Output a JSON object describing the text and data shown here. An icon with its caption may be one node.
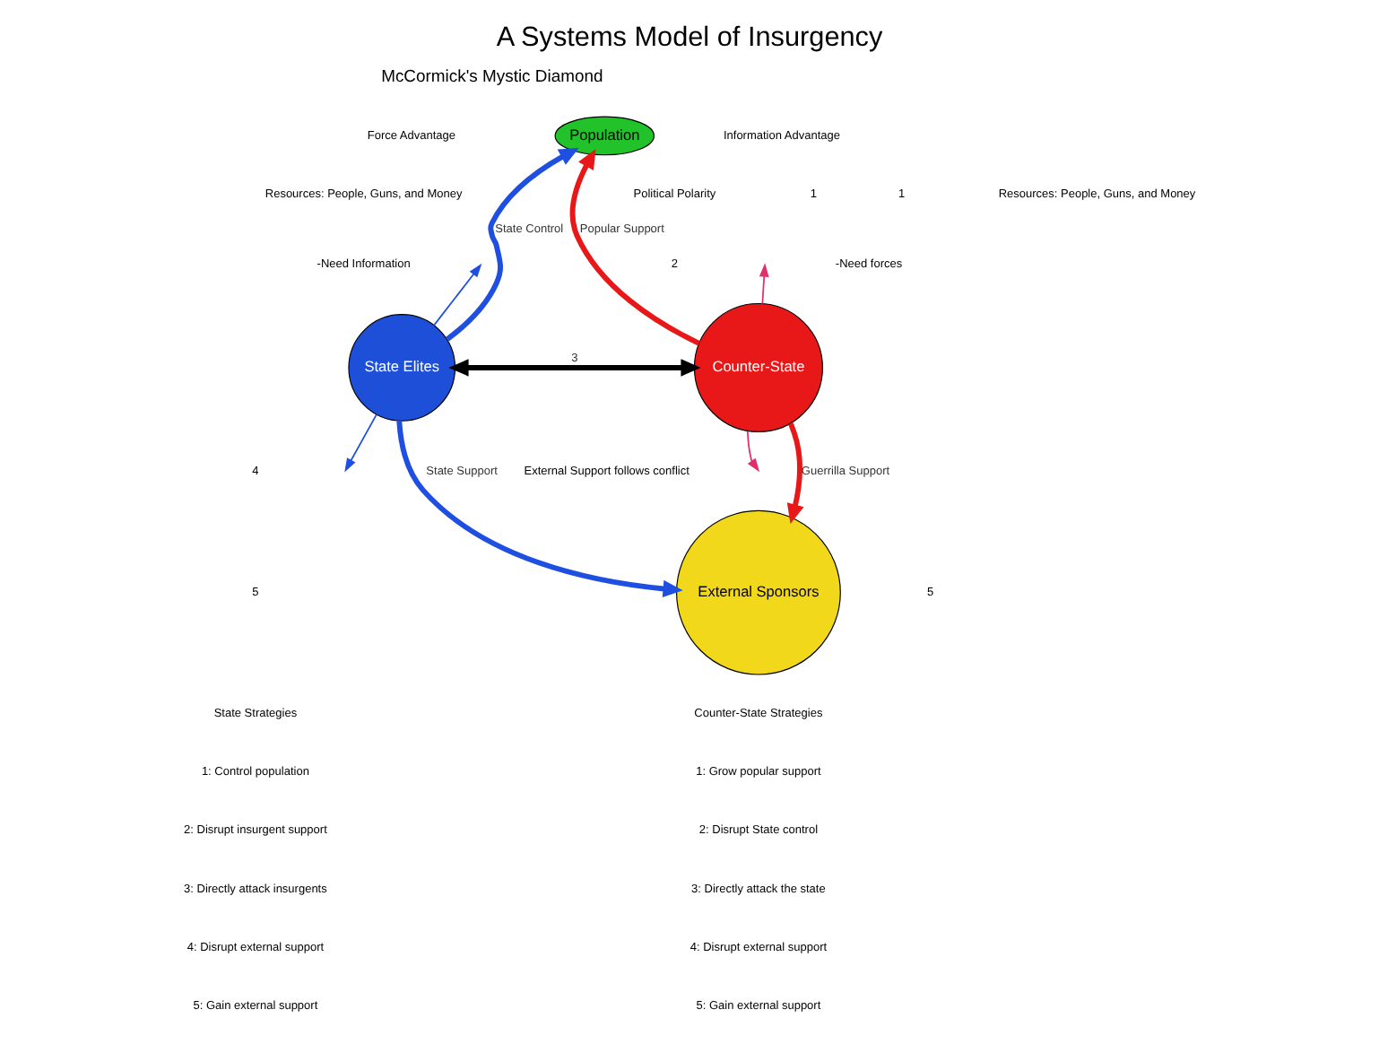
{
  "diagram": {
    "title": "A Systems Model of Insurgency",
    "nodes": [
      {
        "text": [
          "Population"
        ]
      },
      {
        "text": [
          "State Elites"
        ]
      },
      {
        "text": [
          "Counter-State"
        ]
      },
      {
        "text": [
          "External Sponsors"
        ]
      }
    ],
    "edges": [
      {
        "from": 1,
        "to": 0,
        "arrow": "to",
        "label": "State Control",
        "color": "#1f4fe0"
      },
      {
        "from": 2,
        "to": 0,
        "arrow": "to",
        "label": "Popular Support",
        "color": "#e81818"
      },
      {
        "from": 1,
        "to": 2,
        "arrow": "both",
        "label": "3",
        "color": "#000000"
      },
      {
        "from": 1,
        "to": 3,
        "arrow": "to",
        "label": "State Support",
        "color": "#1f4fe0"
      },
      {
        "from": 2,
        "to": 3,
        "arrow": "to",
        "label": "Guerrilla Support",
        "color": "#e81818"
      },
      {
        "from": 1,
        "to": null,
        "arrow": "to",
        "color": "#1f4fe0"
      },
      {
        "from": 1,
        "to": null,
        "arrow": "to",
        "color": "#1f4fe0"
      },
      {
        "from": 2,
        "to": null,
        "arrow": "to",
        "color": "#e0306a"
      },
      {
        "from": 2,
        "to": null,
        "arrow": "to",
        "color": "#e0306a"
      }
    ],
    "labels": [
      "McCormick's Mystic Diamond",
      "Force Advantage",
      "Resources: People, Guns, and Money",
      "-Need Information",
      "Information Advantage",
      "Resources: People, Guns, and Money",
      "-Need forces",
      "1",
      "Political Polarity",
      "1",
      "2",
      "4",
      "External Support follows conflict",
      "5",
      "5",
      "State Strategies",
      "1: Control population",
      "2: Disrupt insurgent support",
      "3: Directly attack insurgents",
      "4: Disrupt external support",
      "5: Gain external support",
      "Counter-State Strategies",
      "1: Grow popular support",
      "2: Disrupt State control",
      "3: Directly attack the state",
      "4: Disrupt external support",
      "5: Gain external support"
    ]
  }
}
